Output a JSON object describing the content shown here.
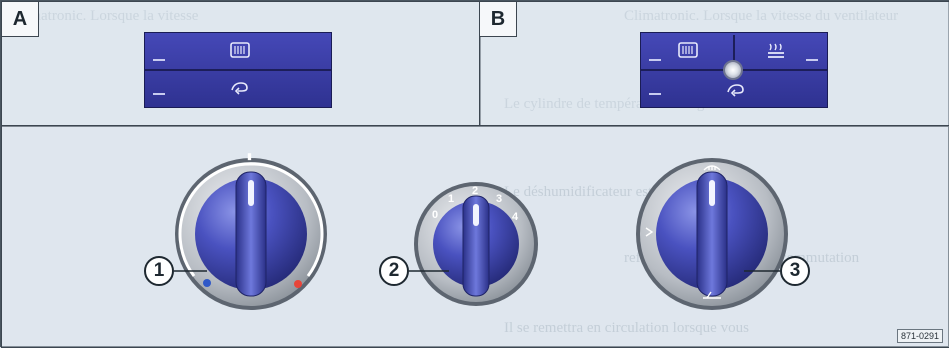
{
  "panels": {
    "a": {
      "label": "A",
      "icons": [
        "rear-window-defrost-icon",
        "recirculation-icon"
      ]
    },
    "b": {
      "label": "B",
      "icons": [
        "rear-window-defrost-icon",
        "seat-heating-icon",
        "recirculation-icon"
      ]
    }
  },
  "callouts": [
    "1",
    "2",
    "3"
  ],
  "fan_speeds": [
    "0",
    "1",
    "2",
    "3",
    "4"
  ],
  "reference_code": "871-0291",
  "colors": {
    "display": "#3a3da6",
    "knob": "#3b43a8",
    "ring": "#c9cdd2",
    "cold": "#2f58c8",
    "hot": "#e8453a"
  }
}
